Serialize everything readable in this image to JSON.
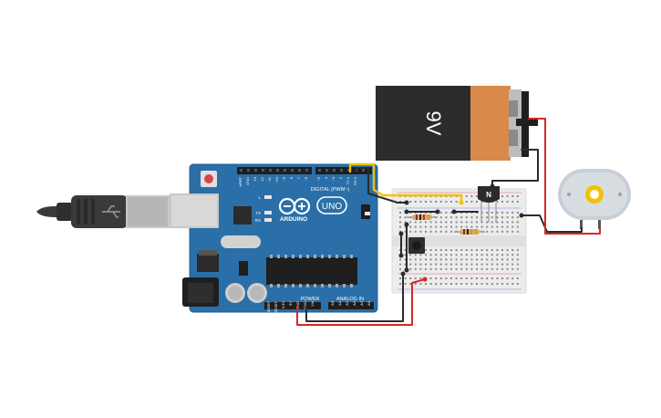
{
  "battery": {
    "label": "9V"
  },
  "arduino": {
    "logo_text": "ARDUINO",
    "model": "UNO",
    "digital_label": "DIGITAL (PWM~)",
    "power_label": "POWER",
    "analog_label": "ANALOG IN",
    "led_l": "L",
    "led_tx": "TX",
    "led_rx": "RX",
    "digital_pins": [
      "AREF",
      "GND",
      "13",
      "12",
      "~11",
      "~10",
      "~9",
      "8",
      "7",
      "~6",
      "~5",
      "4",
      "~3",
      "2",
      "TX 1",
      "RX 0"
    ],
    "power_pins": [
      "IOREF",
      "RESET",
      "3.3V",
      "5V",
      "GND",
      "GND",
      "Vin"
    ],
    "analog_pins": [
      "A0",
      "A1",
      "A2",
      "A3",
      "A4",
      "A5"
    ]
  },
  "transistor": {
    "label": "N"
  },
  "colors": {
    "board": "#2a6fa8",
    "board_dark": "#1e5584",
    "wire_red": "#d62828",
    "wire_black": "#2b2b2b",
    "wire_yellow": "#f2c200",
    "battery_orange": "#d9894a",
    "battery_black": "#2c2c2c",
    "motor_body": "#c9cfd6",
    "motor_gear": "#f2c200"
  }
}
